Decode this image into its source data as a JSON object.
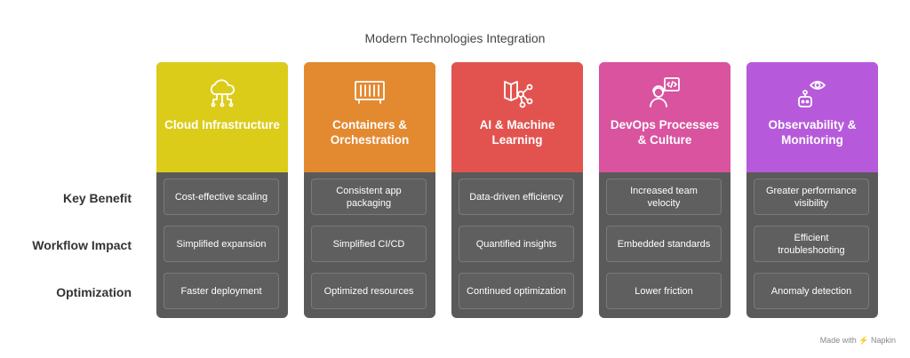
{
  "title": "Modern Technologies Integration",
  "row_labels": [
    "Key Benefit",
    "Workflow Impact",
    "Optimization"
  ],
  "columns": [
    {
      "name": "Cloud Infrastructure",
      "color": "#dccc1a",
      "icon": "cloud-network-icon",
      "cells": [
        "Cost-effective scaling",
        "Simplified expansion",
        "Faster deployment"
      ]
    },
    {
      "name": "Containers & Orchestration",
      "color": "#e38930",
      "icon": "container-icon",
      "cells": [
        "Consistent app packaging",
        "Simplified CI/CD",
        "Optimized resources"
      ]
    },
    {
      "name": "AI & Machine Learning",
      "color": "#e2534f",
      "icon": "ai-network-icon",
      "cells": [
        "Data-driven efficiency",
        "Quantified insights",
        "Continued optimization"
      ]
    },
    {
      "name": "DevOps Processes & Culture",
      "color": "#d9539f",
      "icon": "developer-icon",
      "cells": [
        "Increased team velocity",
        "Embedded standards",
        "Lower friction"
      ]
    },
    {
      "name": "Observability & Monitoring",
      "color": "#b65adb",
      "icon": "monitoring-eye-icon",
      "cells": [
        "Greater performance visibility",
        "Efficient troubleshooting",
        "Anomaly detection"
      ]
    }
  ],
  "footer": "Made with ⚡ Napkin"
}
